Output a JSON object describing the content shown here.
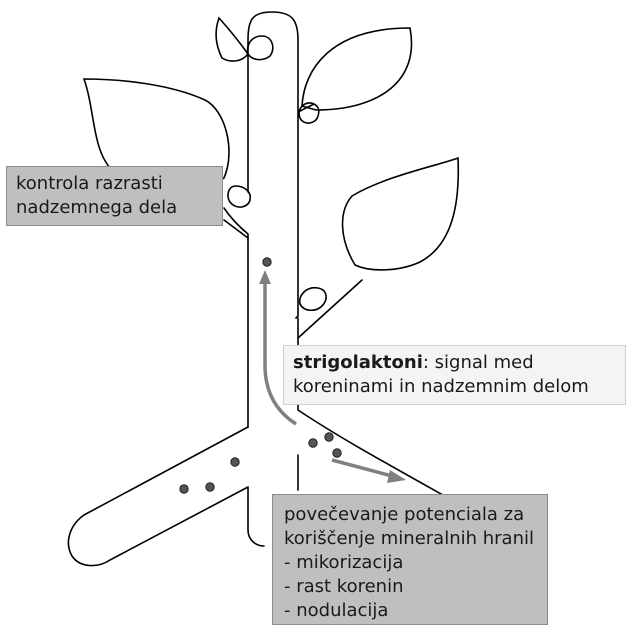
{
  "labels": {
    "shoot_control": [
      "kontrola razrasti",
      "nadzemnega dela"
    ],
    "signal": {
      "bold": "strigolaktoni",
      "rest": ": signal med",
      "line2": "koreninami in nadzemnim delom"
    },
    "root_effects": [
      "povečevanje potenciala za",
      "koriščenje mineralnih hranil",
      "- mikorizacija",
      "- rast korenin",
      "- nodulacija"
    ]
  },
  "colors": {
    "outline": "#000000",
    "box_dark": "#bfbfbf",
    "box_light": "#f4f4f4",
    "arrow": "#808080",
    "dot_fill": "#555555"
  }
}
